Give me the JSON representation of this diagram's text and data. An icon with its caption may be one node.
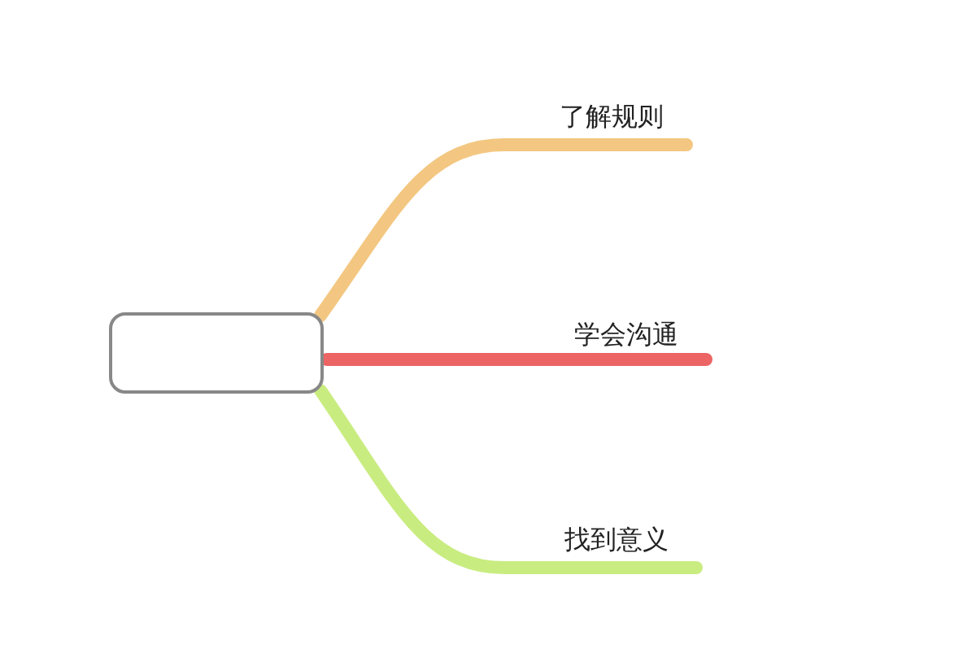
{
  "diagram": {
    "nodes": [
      {
        "text": [],
        "shape": "box"
      },
      {
        "text": [
          "了解规则"
        ]
      },
      {
        "text": [
          "学会沟通"
        ]
      },
      {
        "text": [
          "找到意义"
        ]
      }
    ],
    "edges": [
      {
        "from": 0,
        "to": 1,
        "arrow": "none",
        "color": "#f3c781"
      },
      {
        "from": 0,
        "to": 2,
        "arrow": "none",
        "color": "#ec6464"
      },
      {
        "from": 0,
        "to": 3,
        "arrow": "none",
        "color": "#c9ec80"
      }
    ]
  }
}
